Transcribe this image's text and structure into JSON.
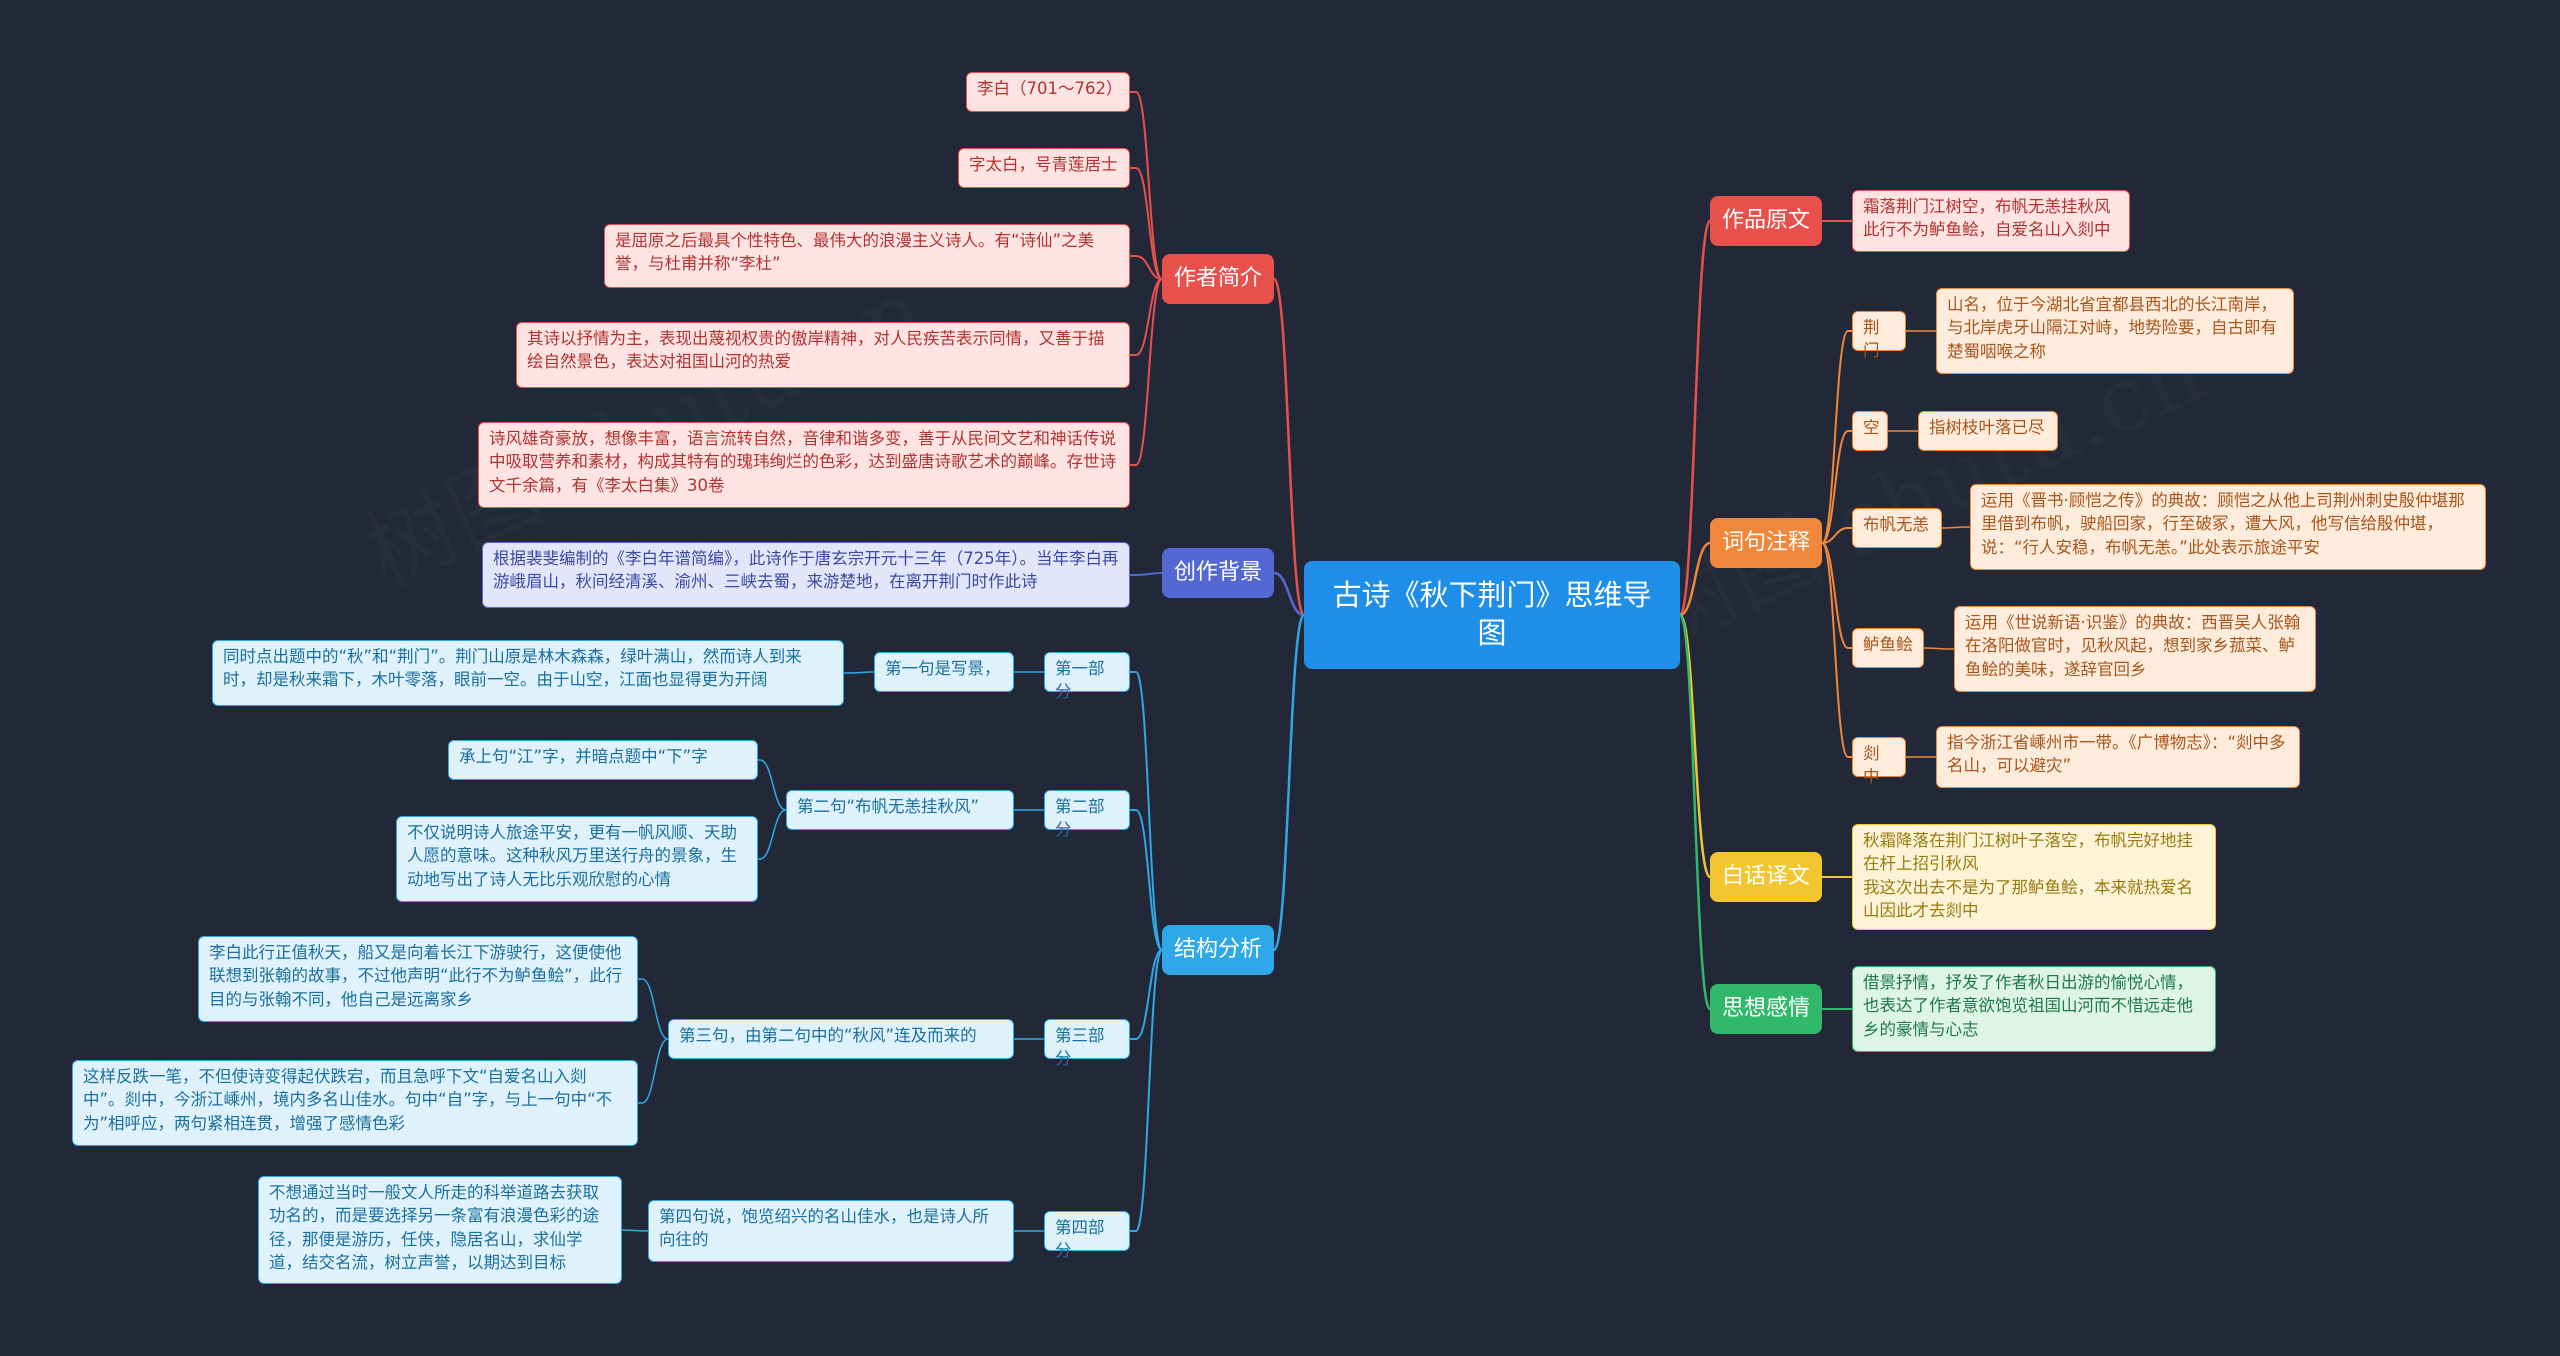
{
  "root": {
    "title": "古诗《秋下荆门》思维导图"
  },
  "left": {
    "author": {
      "label": "作者简介",
      "color": "#e8504c",
      "items": [
        "李白（701～762）",
        "字太白，号青莲居士",
        "是屈原之后最具个性特色、最伟大的浪漫主义诗人。有“诗仙”之美誉，与杜甫并称“李杜”",
        "其诗以抒情为主，表现出蔑视权贵的傲岸精神，对人民疾苦表示同情，又善于描绘自然景色，表达对祖国山河的热爱",
        "诗风雄奇豪放，想像丰富，语言流转自然，音律和谐多变，善于从民间文艺和神话传说中吸取营养和素材，构成其特有的瑰玮绚烂的色彩，达到盛唐诗歌艺术的巅峰。存世诗文千余篇，有《李太白集》30卷"
      ]
    },
    "background": {
      "label": "创作背景",
      "color": "#5468d4",
      "items": [
        "根据裴斐编制的《李白年谱简编》，此诗作于唐玄宗开元十三年（725年）。当年李白再游峨眉山，秋间经清溪、渝州、三峡去蜀，来游楚地，在离开荆门时作此诗"
      ]
    },
    "structure": {
      "label": "结构分析",
      "color": "#2ea8e6",
      "parts": [
        {
          "label": "第一部分",
          "sub": "第一句是写景，",
          "details": [
            "同时点出题中的“秋”和“荆门”。荆门山原是林木森森，绿叶满山，然而诗人到来时，却是秋来霜下，木叶零落，眼前一空。由于山空，江面也显得更为开阔"
          ]
        },
        {
          "label": "第二部分",
          "sub": "第二句“布帆无恙挂秋风”",
          "details": [
            "承上句“江”字，并暗点题中“下”字",
            "不仅说明诗人旅途平安，更有一帆风顺、天助人愿的意味。这种秋风万里送行舟的景象，生动地写出了诗人无比乐观欣慰的心情"
          ]
        },
        {
          "label": "第三部分",
          "sub": "第三句，由第二句中的“秋风”连及而来的",
          "details": [
            "李白此行正值秋天，船又是向着长江下游驶行，这便使他联想到张翰的故事，不过他声明“此行不为鲈鱼鲙”，此行目的与张翰不同，他自己是远离家乡",
            "这样反跌一笔，不但使诗变得起伏跌宕，而且急呼下文“自爱名山入剡中”。剡中，今浙江嵊州，境内多名山佳水。句中“自”字，与上一句中“不为”相呼应，两句紧相连贯，增强了感情色彩"
          ]
        },
        {
          "label": "第四部分",
          "sub": "第四句说，饱览绍兴的名山佳水，也是诗人所向往的",
          "details": [
            "不想通过当时一般文人所走的科举道路去获取功名的，而是要选择另一条富有浪漫色彩的途径，那便是游历，任侠，隐居名山，求仙学道，结交名流，树立声誉，以期达到目标"
          ]
        }
      ]
    }
  },
  "right": {
    "original": {
      "label": "作品原文",
      "color": "#e8504c",
      "text": "霜落荆门江树空，布帆无恙挂秋风\n此行不为鲈鱼鲙，自爱名山入剡中"
    },
    "notes": {
      "label": "词句注释",
      "color": "#f0873a",
      "items": [
        {
          "term": "荆门",
          "def": "山名，位于今湖北省宜都县西北的长江南岸，与北岸虎牙山隔江对峙，地势险要，自古即有楚蜀咽喉之称"
        },
        {
          "term": "空",
          "def": "指树枝叶落已尽"
        },
        {
          "term": "布帆无恙",
          "def": "运用《晋书·顾恺之传》的典故：顾恺之从他上司荆州刺史殷仲堪那里借到布帆，驶船回家，行至破冢，遭大风，他写信给殷仲堪，说：“行人安稳，布帆无恙。”此处表示旅途平安"
        },
        {
          "term": "鲈鱼鲙",
          "def": "运用《世说新语·识鉴》的典故：西晋吴人张翰在洛阳做官时，见秋风起，想到家乡菰菜、鲈鱼鲙的美味，遂辞官回乡"
        },
        {
          "term": "剡中",
          "def": "指今浙江省嵊州市一带。《广博物志》：“剡中多名山，可以避灾”"
        }
      ]
    },
    "translation": {
      "label": "白话译文",
      "color": "#f2c531",
      "text": "秋霜降落在荆门江树叶子落空，布帆完好地挂在杆上招引秋风\n我这次出去不是为了那鲈鱼鲙，本来就热爱名山因此才去剡中"
    },
    "feeling": {
      "label": "思想感情",
      "color": "#31b86b",
      "text": "借景抒情，抒发了作者秋日出游的愉悦心情，也表达了作者意欲饱览祖国山河而不惜远走他乡的豪情与心志"
    }
  }
}
